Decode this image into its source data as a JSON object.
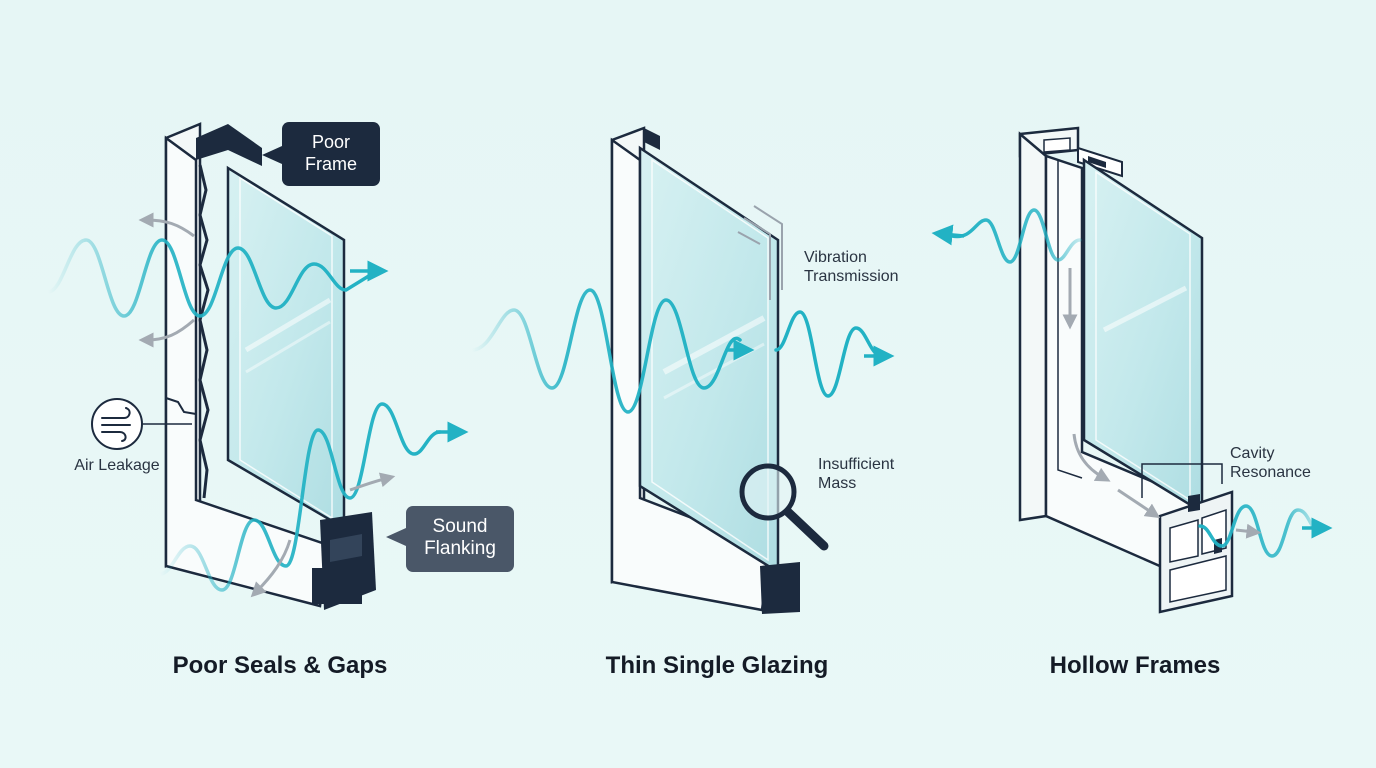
{
  "panels": [
    {
      "caption": "Poor Seals & Gaps"
    },
    {
      "caption": "Thin Single Glazing"
    },
    {
      "caption": "Hollow Frames"
    }
  ],
  "labels": {
    "poor_frame": "Poor Frame",
    "air_leakage": "Air Leakage",
    "sound_flanking": "Sound Flanking",
    "vibration_transmission": "Vibration Transmission",
    "insufficient_mass": "Insufficient Mass",
    "cavity_resonance": "Cavity Resonance"
  },
  "icons": [
    "wind-icon",
    "magnifier-icon",
    "arrow-icon"
  ],
  "colors": {
    "background": "#e6f6f5",
    "wave": "#22b2c4",
    "glass": "#bfe7ea",
    "frame_outline": "#1c2a3e",
    "callout_dark": "#1c2a3e",
    "callout_gray": "#4a5768",
    "leak_arrow": "#a3aab2"
  }
}
